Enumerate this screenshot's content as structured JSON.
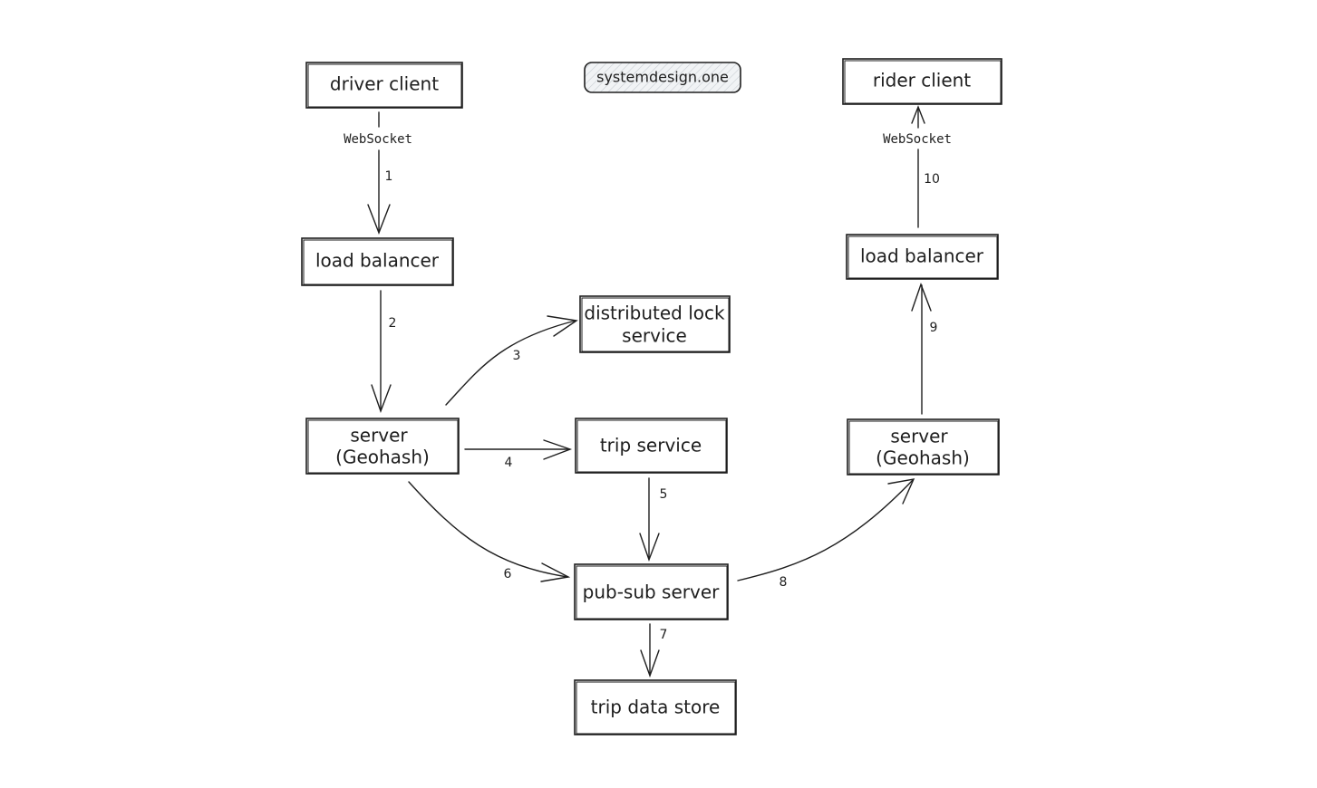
{
  "brand": "systemdesign.one",
  "nodes": {
    "driver_client": "driver client",
    "rider_client": "rider client",
    "load_balancer_left": "load balancer",
    "load_balancer_right": "load balancer",
    "distributed_lock": [
      "distributed lock",
      "service"
    ],
    "server_left": [
      "server",
      "(Geohash)"
    ],
    "server_right": [
      "server",
      "(Geohash)"
    ],
    "trip_service": "trip service",
    "pubsub_server": "pub-sub server",
    "trip_data_store": "trip data store"
  },
  "protocols": {
    "driver": "WebSocket",
    "rider": "WebSocket"
  },
  "steps": [
    "1",
    "2",
    "3",
    "4",
    "5",
    "6",
    "7",
    "8",
    "9",
    "10"
  ],
  "colors": {
    "stroke": "#1e1e1e",
    "background": "#ffffff",
    "brand_fill": "#e9ecef"
  }
}
